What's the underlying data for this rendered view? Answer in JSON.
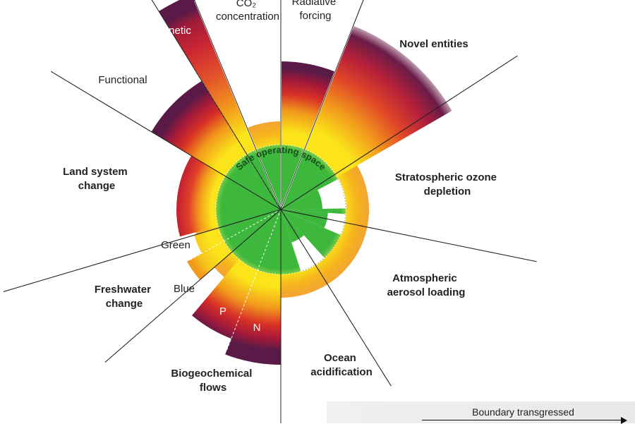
{
  "labels": {
    "co2": [
      "CO₂",
      "concentration"
    ],
    "radiative": [
      "Radiative",
      "forcing"
    ],
    "novel": "Novel entities",
    "ozone": [
      "Stratospheric ozone",
      "depletion"
    ],
    "aerosol": [
      "Atmospheric",
      "aerosol loading"
    ],
    "ocean": [
      "Ocean",
      "acidification"
    ],
    "biogeo": [
      "Biogeochemical",
      "flows"
    ],
    "freshwater": [
      "Freshwater",
      "change"
    ],
    "landsystem": [
      "Land system",
      "change"
    ],
    "functional": "Functional",
    "genetic": "Genetic",
    "green": "Green",
    "blue": "Blue",
    "p": "P",
    "n": "N",
    "safe_space": "Safe operating space"
  },
  "legend": {
    "text": "Boundary transgressed"
  },
  "colors": {
    "safe_green": "#3db83d",
    "yellow": "#fbe51a",
    "orange": "#f29a1c",
    "red": "#d52a26",
    "crimson": "#a3193a",
    "purple": "#5a1a47"
  }
}
